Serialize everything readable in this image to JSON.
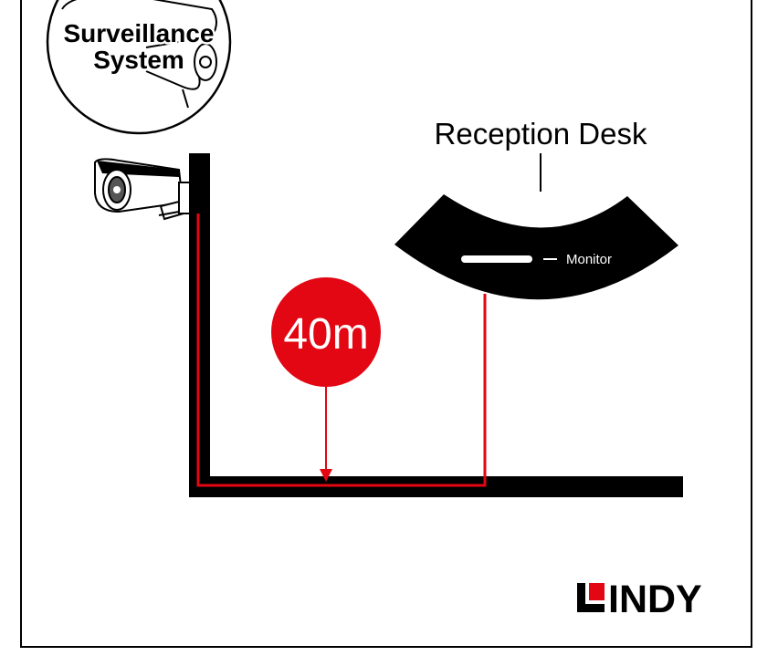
{
  "badge": {
    "line1": "Surveillance",
    "line2": "System"
  },
  "reception": {
    "title": "Reception Desk",
    "monitor_label": "Monitor"
  },
  "distance": {
    "label": "40m"
  },
  "brand": {
    "name": "LINDY",
    "name_rest": "INDY"
  },
  "icons": {
    "camera": "cctv-camera-icon",
    "logo_mark": "lindy-l-mark"
  },
  "colors": {
    "accent": "#e30613",
    "ink": "#000000",
    "background": "#ffffff"
  }
}
